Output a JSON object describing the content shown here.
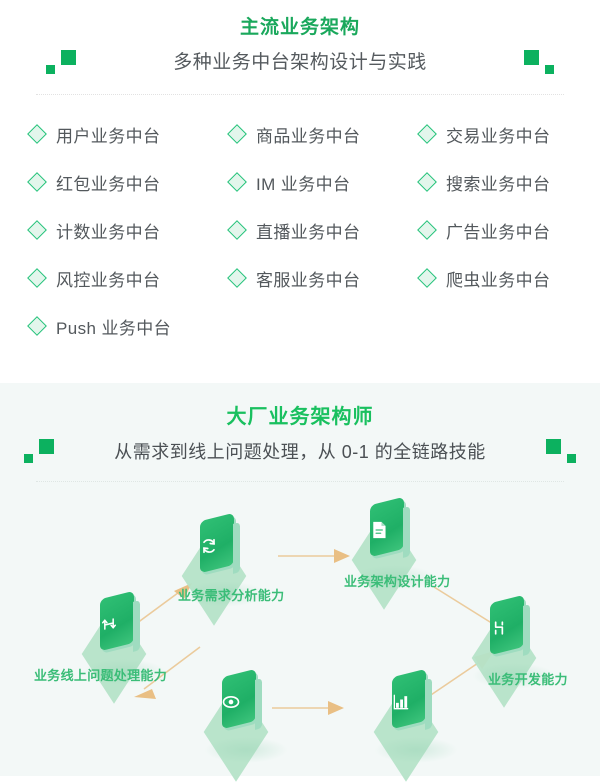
{
  "section_arch": {
    "title": "主流业务架构",
    "subtitle": "多种业务中台架构设计与实践",
    "decoration_color": "#0cb15f",
    "title_color": "#1aa85c",
    "bullet_icon": "diamond-icon",
    "items": [
      "用户业务中台",
      "商品业务中台",
      "交易业务中台",
      "红包业务中台",
      "IM 业务中台",
      "搜索业务中台",
      "计数业务中台",
      "直播业务中台",
      "广告业务中台",
      "风控业务中台",
      "客服业务中台",
      "爬虫业务中台",
      "Push 业务中台"
    ]
  },
  "section_skill": {
    "title": "大厂业务架构师",
    "subtitle": "从需求到线上问题处理，从 0-1 的全链路技能",
    "title_color": "#19c05f",
    "background_color": "#f3f8f7",
    "arrow_color": "#e9bf84",
    "node_color": "#2fbf74",
    "diagram": {
      "nodes": [
        {
          "id": "online-issue",
          "label": "业务线上问题处理能力",
          "icon": "trend-arrows-icon"
        },
        {
          "id": "requirement",
          "label": "业务需求分析能力",
          "icon": "refresh-cycle-icon"
        },
        {
          "id": "architecture",
          "label": "业务架构设计能力",
          "icon": "document-icon"
        },
        {
          "id": "development",
          "label": "业务开发能力",
          "icon": "code-branch-icon"
        },
        {
          "id": "monitoring",
          "label": "",
          "icon": "eye-monitor-icon"
        },
        {
          "id": "analytics",
          "label": "",
          "icon": "bar-chart-icon"
        }
      ],
      "arrows": [
        {
          "from": "online-issue",
          "to": "requirement"
        },
        {
          "from": "requirement",
          "to": "architecture"
        },
        {
          "from": "architecture",
          "to": "development"
        },
        {
          "from": "development",
          "to": "analytics"
        },
        {
          "from": "monitoring",
          "to": "analytics"
        },
        {
          "from": "monitoring",
          "to": "online-issue"
        }
      ]
    }
  }
}
